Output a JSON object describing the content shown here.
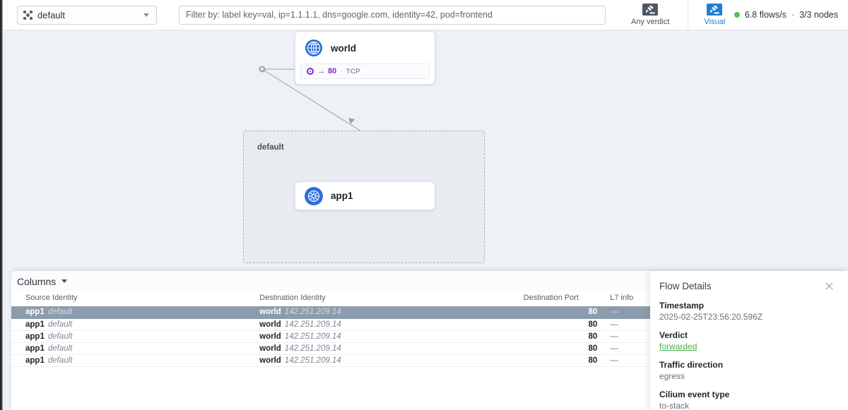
{
  "toolbar": {
    "namespace_icon": "namespace-icon",
    "namespace_value": "default",
    "filter_placeholder": "Filter by: label key=val, ip=1.1.1.1, dns=google.com, identity=42, pod=frontend",
    "filter_value": "",
    "verdict_button": {
      "icon": "gavel-icon",
      "label": "Any verdict"
    },
    "visual_button": {
      "icon": "gavel-icon",
      "label": "Visual"
    },
    "status": {
      "indicator_color": "#5cb85c",
      "flows_rate": "6.8 flows/s",
      "separator": "·",
      "nodes": "3/3 nodes"
    }
  },
  "graph": {
    "namespace_box_label": "default",
    "nodes": [
      {
        "id": "world",
        "icon": "globe-icon",
        "title": "world",
        "port": {
          "icon": "target-dot-icon",
          "arrow": "→",
          "number": "80",
          "separator": "·",
          "protocol": "TCP"
        }
      },
      {
        "id": "app1",
        "icon": "kubernetes-icon",
        "title": "app1"
      }
    ]
  },
  "table": {
    "columns_button": "Columns",
    "headers": {
      "source_identity": "Source Identity",
      "destination_identity": "Destination Identity",
      "destination_port": "Destination Port",
      "l7_info": "L7 info"
    },
    "rows": [
      {
        "src_name": "app1",
        "src_sub": "default",
        "dst_name": "world",
        "dst_sub": "142.251.209.14",
        "port": "80",
        "l7": "—",
        "selected": true
      },
      {
        "src_name": "app1",
        "src_sub": "default",
        "dst_name": "world",
        "dst_sub": "142.251.209.14",
        "port": "80",
        "l7": "—",
        "selected": false
      },
      {
        "src_name": "app1",
        "src_sub": "default",
        "dst_name": "world",
        "dst_sub": "142.251.209.14",
        "port": "80",
        "l7": "—",
        "selected": false
      },
      {
        "src_name": "app1",
        "src_sub": "default",
        "dst_name": "world",
        "dst_sub": "142.251.209.14",
        "port": "80",
        "l7": "—",
        "selected": false
      },
      {
        "src_name": "app1",
        "src_sub": "default",
        "dst_name": "world",
        "dst_sub": "142.251.209.14",
        "port": "80",
        "l7": "—",
        "selected": false
      }
    ]
  },
  "details": {
    "title": "Flow Details",
    "close_icon": "close-icon",
    "fields": [
      {
        "label": "Timestamp",
        "value": "2025-02-25T23:56:20.596Z",
        "style": "plain"
      },
      {
        "label": "Verdict",
        "value": "forwarded",
        "style": "verdict-ok"
      },
      {
        "label": "Traffic direction",
        "value": "egress",
        "style": "plain"
      },
      {
        "label": "Cilium event type",
        "value": "to-stack",
        "style": "plain"
      }
    ]
  },
  "colors": {
    "accent_blue": "#1f7fd4",
    "purple": "#8b1fd6",
    "green": "#4caf50",
    "selected_row": "#8d9cad",
    "canvas_bg": "#eef1f5"
  }
}
